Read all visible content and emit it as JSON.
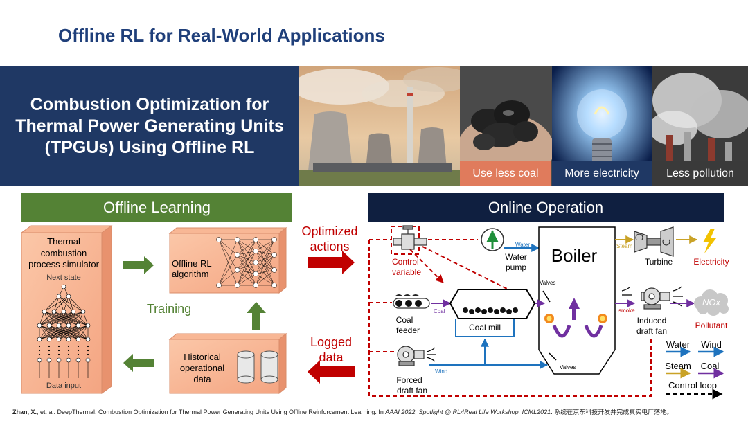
{
  "slide_title": "Offline RL for Real-World Applications",
  "banner": {
    "title": "Combustion Optimization for Thermal Power Generating Units (TPGUs) Using Offline RL",
    "captions": [
      "Use less coal",
      "More electricity",
      "Less pollution"
    ]
  },
  "offline": {
    "header": "Offline Learning",
    "simulator_label": "Thermal combustion process simulator",
    "next_state": "Next state",
    "data_input": "Data input",
    "algorithm_label": "Offline RL algorithm",
    "training": "Training",
    "historical_label": "Historical operational data",
    "optimized_actions": "Optimized actions",
    "logged_data": "Logged data"
  },
  "online": {
    "header": "Online Operation",
    "boiler": "Boiler",
    "control_variable": "Control variable",
    "water_pump": "Water pump",
    "turbine": "Turbine",
    "electricity": "Electricity",
    "coal_feeder": "Coal feeder",
    "coal_mill": "Coal mill",
    "forced_draft_fan": "Forced draft fan",
    "induced_draft_fan": "Induced draft fan",
    "pollutant": "Pollutant",
    "nox": "NOx",
    "small": {
      "water": "Water",
      "steam": "Steam",
      "valves_top": "Valves",
      "valves_bottom": "Valves",
      "smoke": "smoke",
      "coal": "Coal",
      "wind": "Wind"
    },
    "legend": {
      "water": "Water",
      "wind": "Wind",
      "steam": "Steam",
      "coal": "Coal",
      "control_loop": "Control loop"
    },
    "colors": {
      "water": "#1e73be",
      "wind": "#1e73be",
      "steam": "#c9a227",
      "coal": "#7030a0",
      "control": "#c00000"
    }
  },
  "citation": {
    "authors": "Zhan, X.",
    "text": ", et. al. DeepThermal: Combustion Optimization for Thermal Power Generating Units Using Offline Reinforcement Learning. In ",
    "venue": "AAAI 2022; Spotlight @ RL4Real Life Workshop, ICML2021",
    "note": ". 系统在京东科技开发并完成真实电厂落地。"
  }
}
